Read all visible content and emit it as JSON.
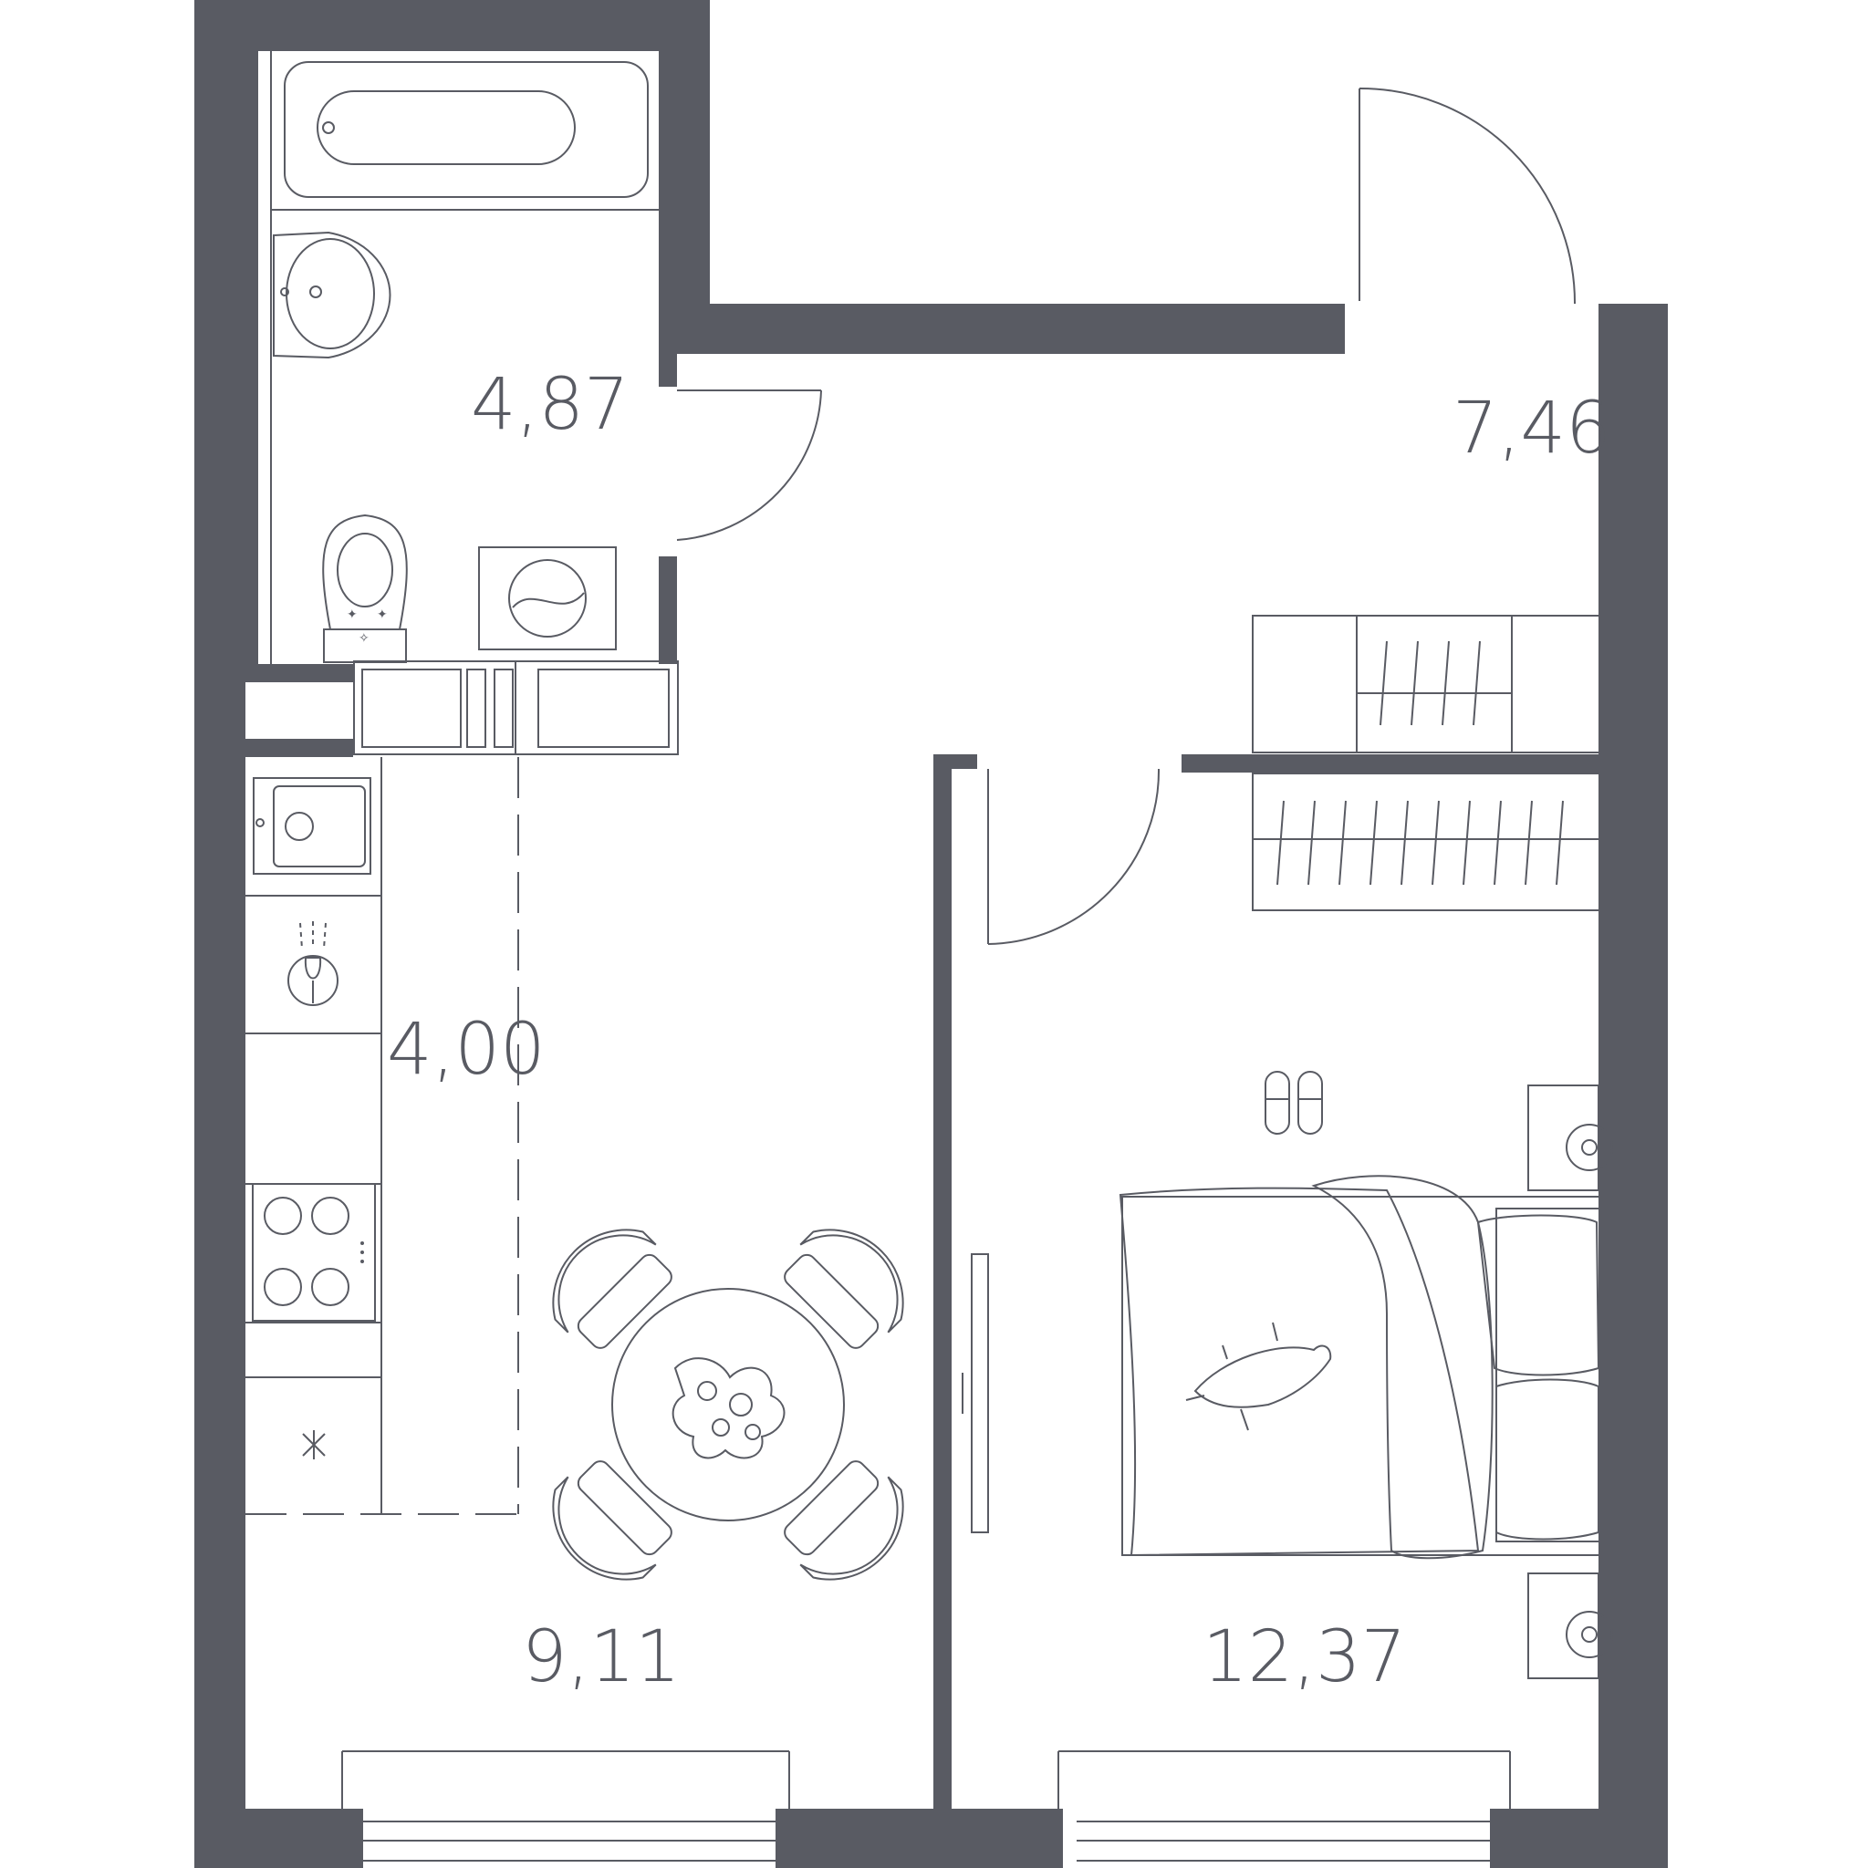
{
  "rooms": [
    {
      "id": "bathroom",
      "area": "4,87"
    },
    {
      "id": "hallway",
      "area": "7,46"
    },
    {
      "id": "kitchen-zone",
      "area": "4,00"
    },
    {
      "id": "living-kitchen",
      "area": "9,11"
    },
    {
      "id": "bedroom",
      "area": "12,37"
    }
  ],
  "colors": {
    "wall": "#595b63",
    "line": "#595b63",
    "background": "#ffffff"
  }
}
